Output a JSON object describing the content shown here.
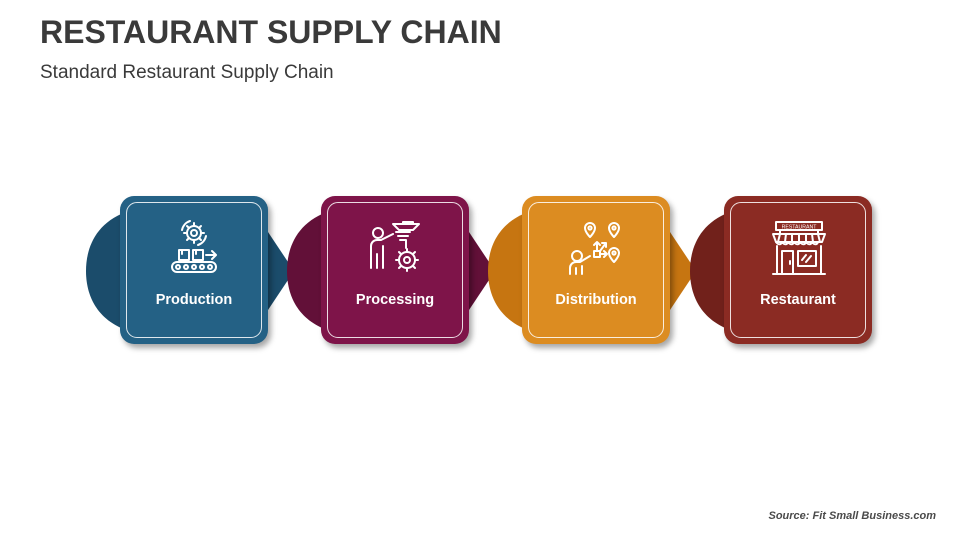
{
  "header": {
    "title": "RESTAURANT SUPPLY CHAIN",
    "subtitle": "Standard Restaurant Supply Chain"
  },
  "steps": [
    {
      "label": "Production",
      "icon": "conveyor-gear-icon",
      "color": "#246185",
      "dark": "#1b4c6b"
    },
    {
      "label": "Processing",
      "icon": "worker-gear-funnel-icon",
      "color": "#7e1449",
      "dark": "#621038"
    },
    {
      "label": "Distribution",
      "icon": "person-network-icon",
      "color": "#dc8c21",
      "dark": "#c67511"
    },
    {
      "label": "Restaurant",
      "icon": "storefront-icon",
      "color": "#8b2b23",
      "dark": "#71211b"
    }
  ],
  "icons": {
    "storefront_sign": "RESTAURANT"
  },
  "footer": {
    "source": "Source: Fit Small Business.com"
  }
}
